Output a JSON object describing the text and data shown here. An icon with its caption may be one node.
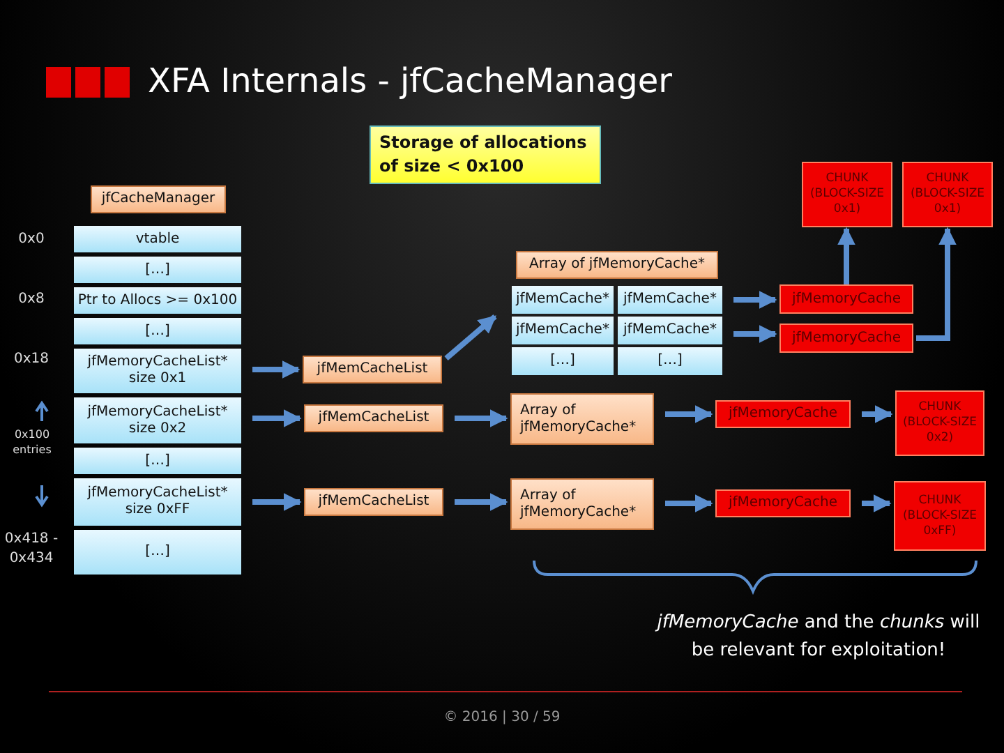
{
  "diagram": {
    "title": "XFA Internals - jfCacheManager",
    "nodes": [
      {
        "text": [
          "jfCacheManager"
        ]
      },
      {
        "text": [
          "vtable"
        ]
      },
      {
        "text": [
          "[…]"
        ]
      },
      {
        "text": [
          "Ptr to Allocs >= 0x100"
        ]
      },
      {
        "text": [
          "[…]"
        ]
      },
      {
        "text": [
          "jfMemoryCacheList* size 0x1"
        ]
      },
      {
        "text": [
          "jfMemoryCacheList* size 0x2"
        ]
      },
      {
        "text": [
          "[…]"
        ]
      },
      {
        "text": [
          "jfMemoryCacheList* size 0xFF"
        ]
      },
      {
        "text": [
          "[…]"
        ]
      },
      {
        "text": [
          "jfMemCacheList"
        ]
      },
      {
        "text": [
          "jfMemCacheList"
        ]
      },
      {
        "text": [
          "jfMemCacheList"
        ]
      },
      {
        "text": [
          "Array of jfMemoryCache*"
        ]
      },
      {
        "text": [
          "jfMemCache*"
        ]
      },
      {
        "text": [
          "jfMemCache*"
        ]
      },
      {
        "text": [
          "jfMemCache*"
        ]
      },
      {
        "text": [
          "jfMemCache*"
        ]
      },
      {
        "text": [
          "[…]"
        ]
      },
      {
        "text": [
          "[…]"
        ]
      },
      {
        "text": [
          "jfMemoryCache"
        ]
      },
      {
        "text": [
          "jfMemoryCache"
        ]
      },
      {
        "text": [
          "CHUNK (BLOCK-SIZE 0x1)"
        ]
      },
      {
        "text": [
          "CHUNK (BLOCK-SIZE 0x1)"
        ]
      },
      {
        "text": [
          "Array of jfMemoryCache*"
        ]
      },
      {
        "text": [
          "jfMemoryCache"
        ]
      },
      {
        "text": [
          "CHUNK (BLOCK-SIZE 0x2)"
        ]
      },
      {
        "text": [
          "Array of jfMemoryCache*"
        ]
      },
      {
        "text": [
          "jfMemoryCache"
        ]
      },
      {
        "text": [
          "CHUNK (BLOCK-SIZE 0xFF)"
        ]
      }
    ],
    "edges": [
      {
        "from": 5,
        "to": 10,
        "arrow": "to"
      },
      {
        "from": 6,
        "to": 11,
        "arrow": "to"
      },
      {
        "from": 8,
        "to": 12,
        "arrow": "to"
      },
      {
        "from": 10,
        "to": 13,
        "arrow": "to"
      },
      {
        "from": 11,
        "to": 24,
        "arrow": "to"
      },
      {
        "from": 12,
        "to": 27,
        "arrow": "to"
      },
      {
        "from": 15,
        "to": 20,
        "arrow": "to"
      },
      {
        "from": 17,
        "to": 21,
        "arrow": "to"
      },
      {
        "from": 20,
        "to": 22,
        "arrow": "to"
      },
      {
        "from": 21,
        "to": 23,
        "arrow": "to"
      },
      {
        "from": 24,
        "to": 25,
        "arrow": "to"
      },
      {
        "from": 25,
        "to": 26,
        "arrow": "to"
      },
      {
        "from": 27,
        "to": 28,
        "arrow": "to"
      },
      {
        "from": 28,
        "to": 29,
        "arrow": "to"
      }
    ],
    "labels": [
      "Storage of allocations of size < 0x100",
      "0x0",
      "0x8",
      "0x18",
      "0x100 entries",
      "0x418 - 0x434",
      "*jfMemoryCache* and the *chunks* will be relevant for exploitation!",
      "© 2016 | 30 / 59"
    ]
  }
}
